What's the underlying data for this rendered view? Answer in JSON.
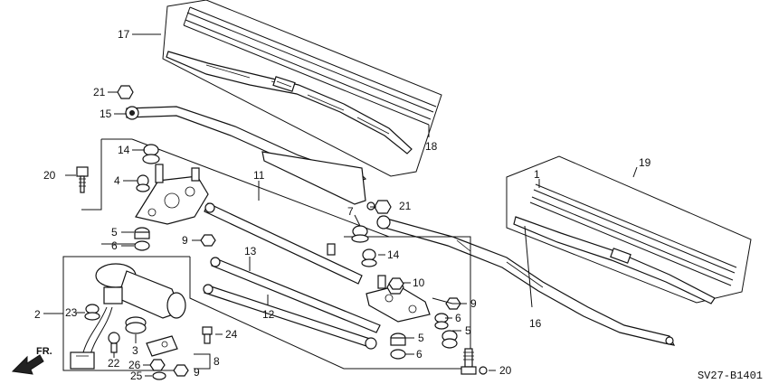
{
  "diagram": {
    "code": "SV27-B1401",
    "direction_label": "FR.",
    "callouts": {
      "c1": "1",
      "c2": "2",
      "c3": "3",
      "c4": "4",
      "c5a": "5",
      "c5b": "5",
      "c5c": "5",
      "c6a": "6",
      "c6b": "6",
      "c6c": "6",
      "c7": "7",
      "c8": "8",
      "c9a": "9",
      "c9b": "9",
      "c9c": "9",
      "c10": "10",
      "c11": "11",
      "c12": "12",
      "c13": "13",
      "c14a": "14",
      "c14b": "14",
      "c15": "15",
      "c16": "16",
      "c17": "17",
      "c18": "18",
      "c19": "19",
      "c20a": "20",
      "c20b": "20",
      "c21a": "21",
      "c21b": "21",
      "c22": "22",
      "c23": "23",
      "c24": "24",
      "c25": "25",
      "c26": "26"
    }
  }
}
